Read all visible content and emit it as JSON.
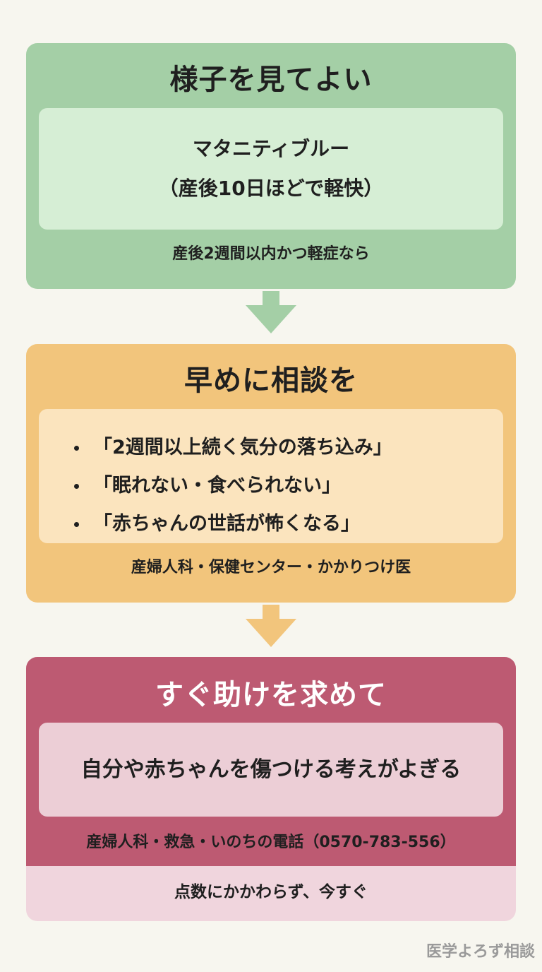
{
  "stages": [
    {
      "title": "様子を見てよい",
      "inner_lines": [
        "マタニティブルー",
        "（産後10日ほどで軽快）"
      ],
      "footer": "産後2週間以内かつ軽症なら",
      "colors": {
        "card": "#a4cfa6",
        "inner": "#d6eed5"
      }
    },
    {
      "title": "早めに相談を",
      "bullets": [
        "「2週間以上続く気分の落ち込み」",
        "「眠れない・食べられない」",
        "「赤ちゃんの世話が怖くなる」"
      ],
      "footer": "産婦人科・保健センター・かかりつけ医",
      "colors": {
        "card": "#f2c57c",
        "inner": "#fbe4be"
      }
    },
    {
      "title": "すぐ助けを求めて",
      "inner_lines": [
        "自分や赤ちゃんを傷つける考えがよぎる"
      ],
      "footer": "産婦人科・救急・いのちの電話（0570-783-556）",
      "note": "点数にかかわらず、今すぐ",
      "colors": {
        "card": "#bd5a72",
        "inner": "#ecced6",
        "band": "#f0d5dd"
      }
    }
  ],
  "arrows": [
    {
      "color": "#a4cfa6",
      "icon": "arrow-down-icon"
    },
    {
      "color": "#f2c57c",
      "icon": "arrow-down-icon"
    }
  ],
  "watermark": "医学よろず相談"
}
